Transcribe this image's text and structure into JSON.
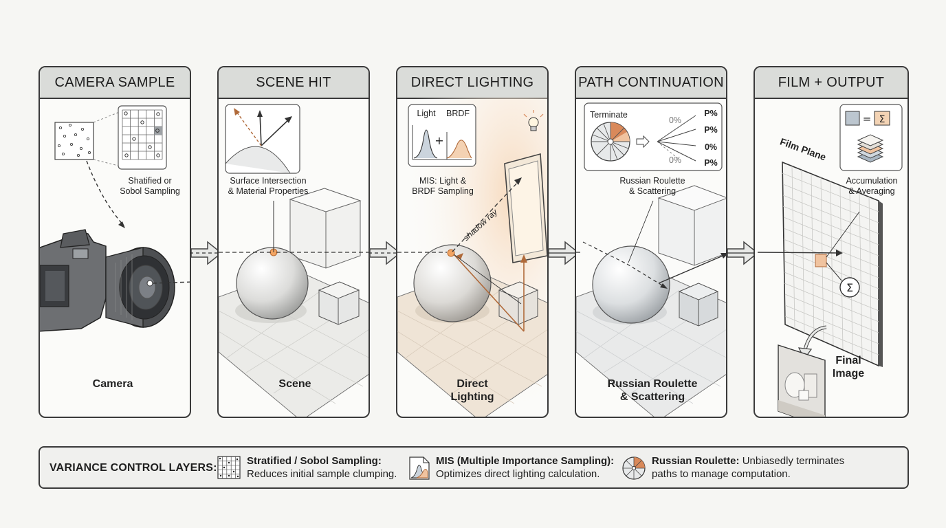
{
  "panels": [
    {
      "title": "CAMERA SAMPLE",
      "label": "Shatified or\nSobol Sampling",
      "caption": "Camera"
    },
    {
      "title": "SCENE HIT",
      "label": "Surface Intersection\n& Material Properties",
      "caption": "Scene"
    },
    {
      "title": "DIRECT LIGHTING",
      "label_light": "Light",
      "label_brdf": "BRDF",
      "label": "MIS: Light &\nBRDF Sampling",
      "ray_label": "shadow ray",
      "caption": "Direct\nLighting"
    },
    {
      "title": "PATH CONTINUATION",
      "terminate": "Terminate",
      "percents": [
        "0%",
        "0%",
        "P%",
        "P%",
        "0%",
        "P%"
      ],
      "label": "Russian Roulette\n& Scattering",
      "caption": "Russian Roulette\n& Scattering"
    },
    {
      "title": "FILM + OUTPUT",
      "film_plane": "Film Plane",
      "label": "Accumulation\n& Averaging",
      "caption": "Final\nImage"
    }
  ],
  "legend": {
    "title": "VARIANCE CONTROL LAYERS:",
    "items": [
      {
        "name": "Stratified / Sobol Sampling:",
        "desc": "Reduces initial sample clumping.",
        "icon": "grid-icon"
      },
      {
        "name": "MIS (Multiple Importance Sampling):",
        "desc": "Optimizes direct lighting calculation.",
        "icon": "mis-document-icon"
      },
      {
        "name": "Russian Roulette:",
        "desc_inline": "Unbiasedly terminates",
        "desc": "paths to manage computation.",
        "icon": "roulette-wheel-icon"
      }
    ]
  },
  "colors": {
    "accent": "#d9895a",
    "panel_header": "#dadcd9",
    "border": "#3a3a3a"
  }
}
